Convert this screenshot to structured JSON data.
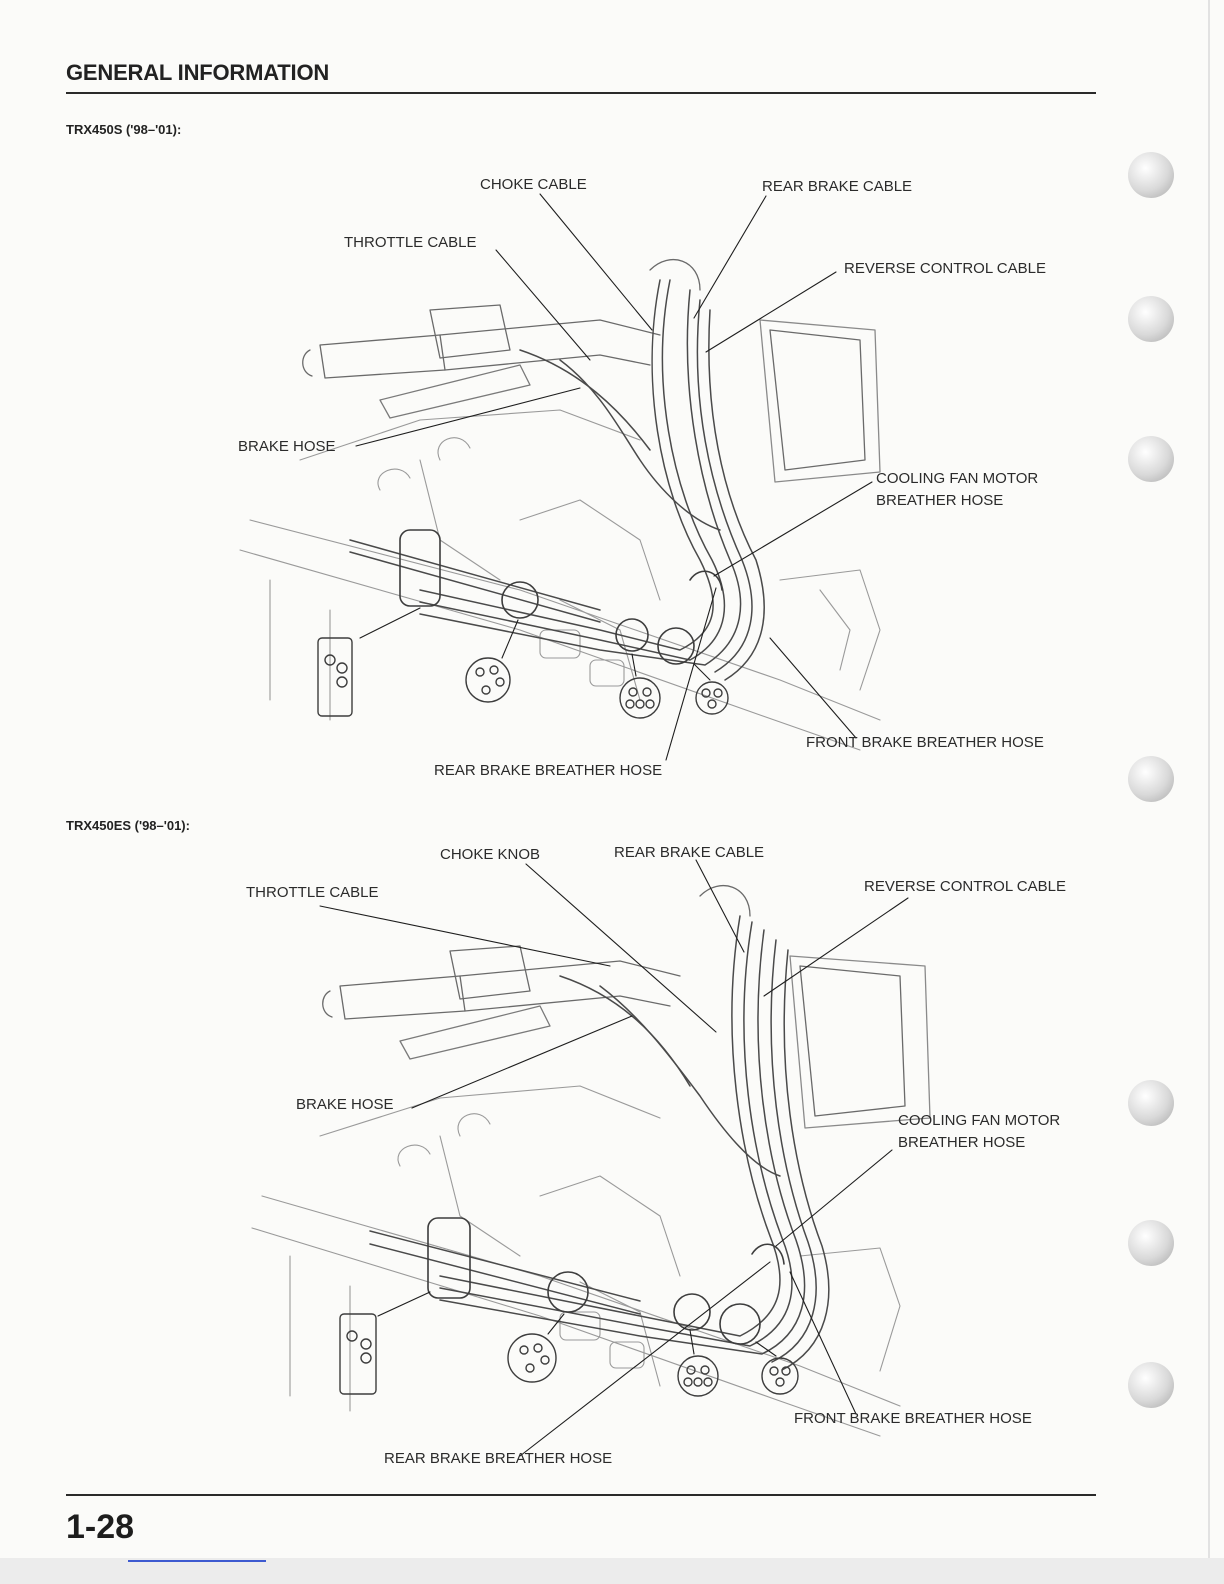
{
  "header": {
    "section_title": "GENERAL INFORMATION"
  },
  "models": [
    {
      "label": "TRX450S ('98–'01):",
      "callouts": {
        "choke": "CHOKE CABLE",
        "rear_brake_cable": "REAR BRAKE CABLE",
        "throttle": "THROTTLE CABLE",
        "reverse": "REVERSE CONTROL CABLE",
        "brake_hose": "BRAKE HOSE",
        "fan_line1": "COOLING FAN MOTOR",
        "fan_line2": "BREATHER HOSE",
        "front_breather": "FRONT BRAKE BREATHER HOSE",
        "rear_breather": "REAR BRAKE BREATHER HOSE"
      }
    },
    {
      "label": "TRX450ES ('98–'01):",
      "callouts": {
        "choke": "CHOKE KNOB",
        "rear_brake_cable": "REAR BRAKE CABLE",
        "throttle": "THROTTLE CABLE",
        "reverse": "REVERSE CONTROL CABLE",
        "brake_hose": "BRAKE HOSE",
        "fan_line1": "COOLING FAN MOTOR",
        "fan_line2": "BREATHER HOSE",
        "front_breather": "FRONT BRAKE BREATHER HOSE",
        "rear_breather": "REAR BRAKE BREATHER HOSE"
      }
    }
  ],
  "footer": {
    "page_number": "1-28"
  }
}
